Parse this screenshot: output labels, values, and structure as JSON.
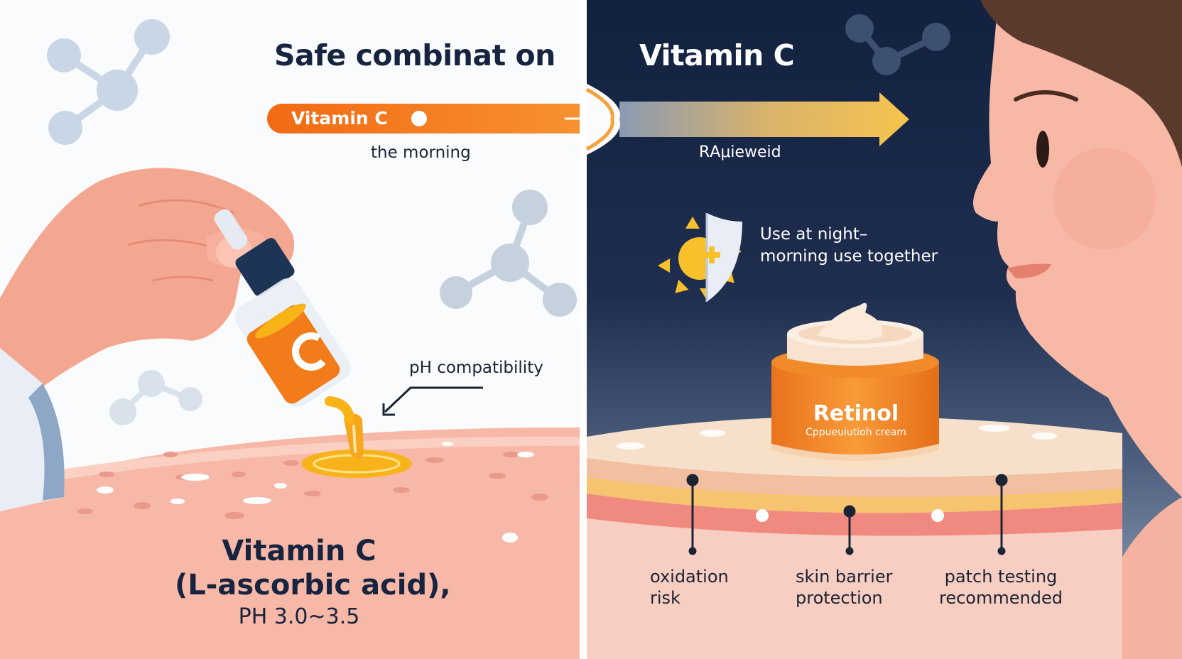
{
  "left_panel": {
    "title": "Safe combinat on",
    "pill_label": "Vitamin C",
    "subtitle": "the morning",
    "ph_label": "pH compatibility",
    "bottom_line1": "Vitamin C",
    "bottom_line2": "(L-ascorbic acid),",
    "bottom_line3": "PH 3.0~3.5",
    "bottle_letter": "C"
  },
  "right_panel": {
    "title": "Vitamin C",
    "subtitle": "RАμieweid",
    "note_line1": "Use at night–",
    "note_line2": "morning use together",
    "jar_title": "Retinol",
    "jar_subtitle": "Cppueuiutioh cream",
    "labels": [
      {
        "line1": "oxidation",
        "line2": "risk"
      },
      {
        "line1": "skin barrier",
        "line2": "protection"
      },
      {
        "line1": "patch testing",
        "line2": "recommended"
      }
    ]
  },
  "icons": [
    "molecule-icon",
    "dropper-bottle-icon",
    "hand-icon",
    "arrow-icon",
    "sun-icon",
    "shield-icon",
    "cream-jar-icon",
    "face-icon"
  ],
  "colors": {
    "navy": "#15233f",
    "orange": "#f27a1a",
    "yellow": "#f6b92b",
    "skin": "#f6b6a4",
    "molecule": "#c5d3e3"
  }
}
